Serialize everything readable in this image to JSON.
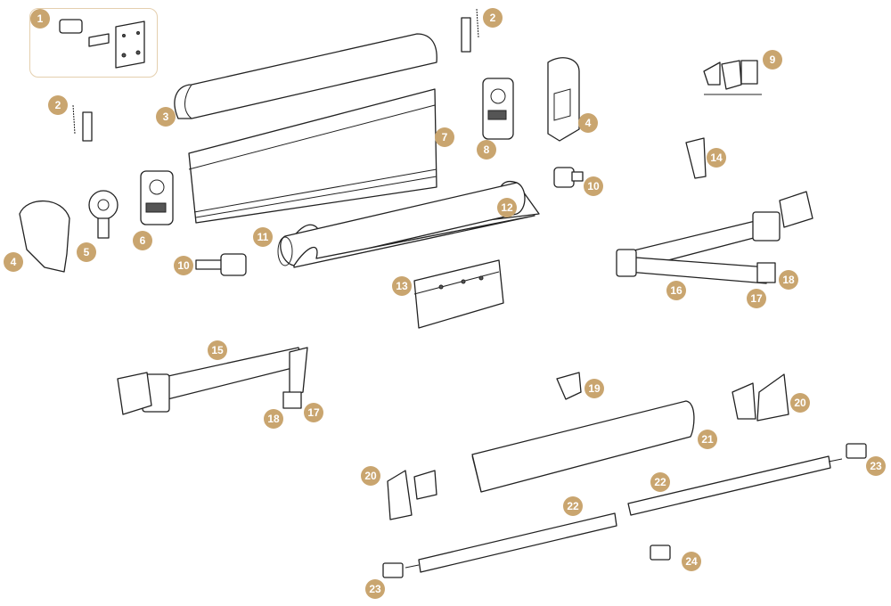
{
  "diagram": {
    "type": "exploded-parts-view",
    "accent_color": "#c9a56f",
    "callouts": [
      "1",
      "2",
      "2",
      "3",
      "4",
      "4",
      "5",
      "6",
      "7",
      "8",
      "9",
      "10",
      "10",
      "11",
      "12",
      "13",
      "14",
      "15",
      "16",
      "17",
      "17",
      "18",
      "18",
      "19",
      "20",
      "20",
      "21",
      "22",
      "22",
      "23",
      "23",
      "24"
    ]
  }
}
